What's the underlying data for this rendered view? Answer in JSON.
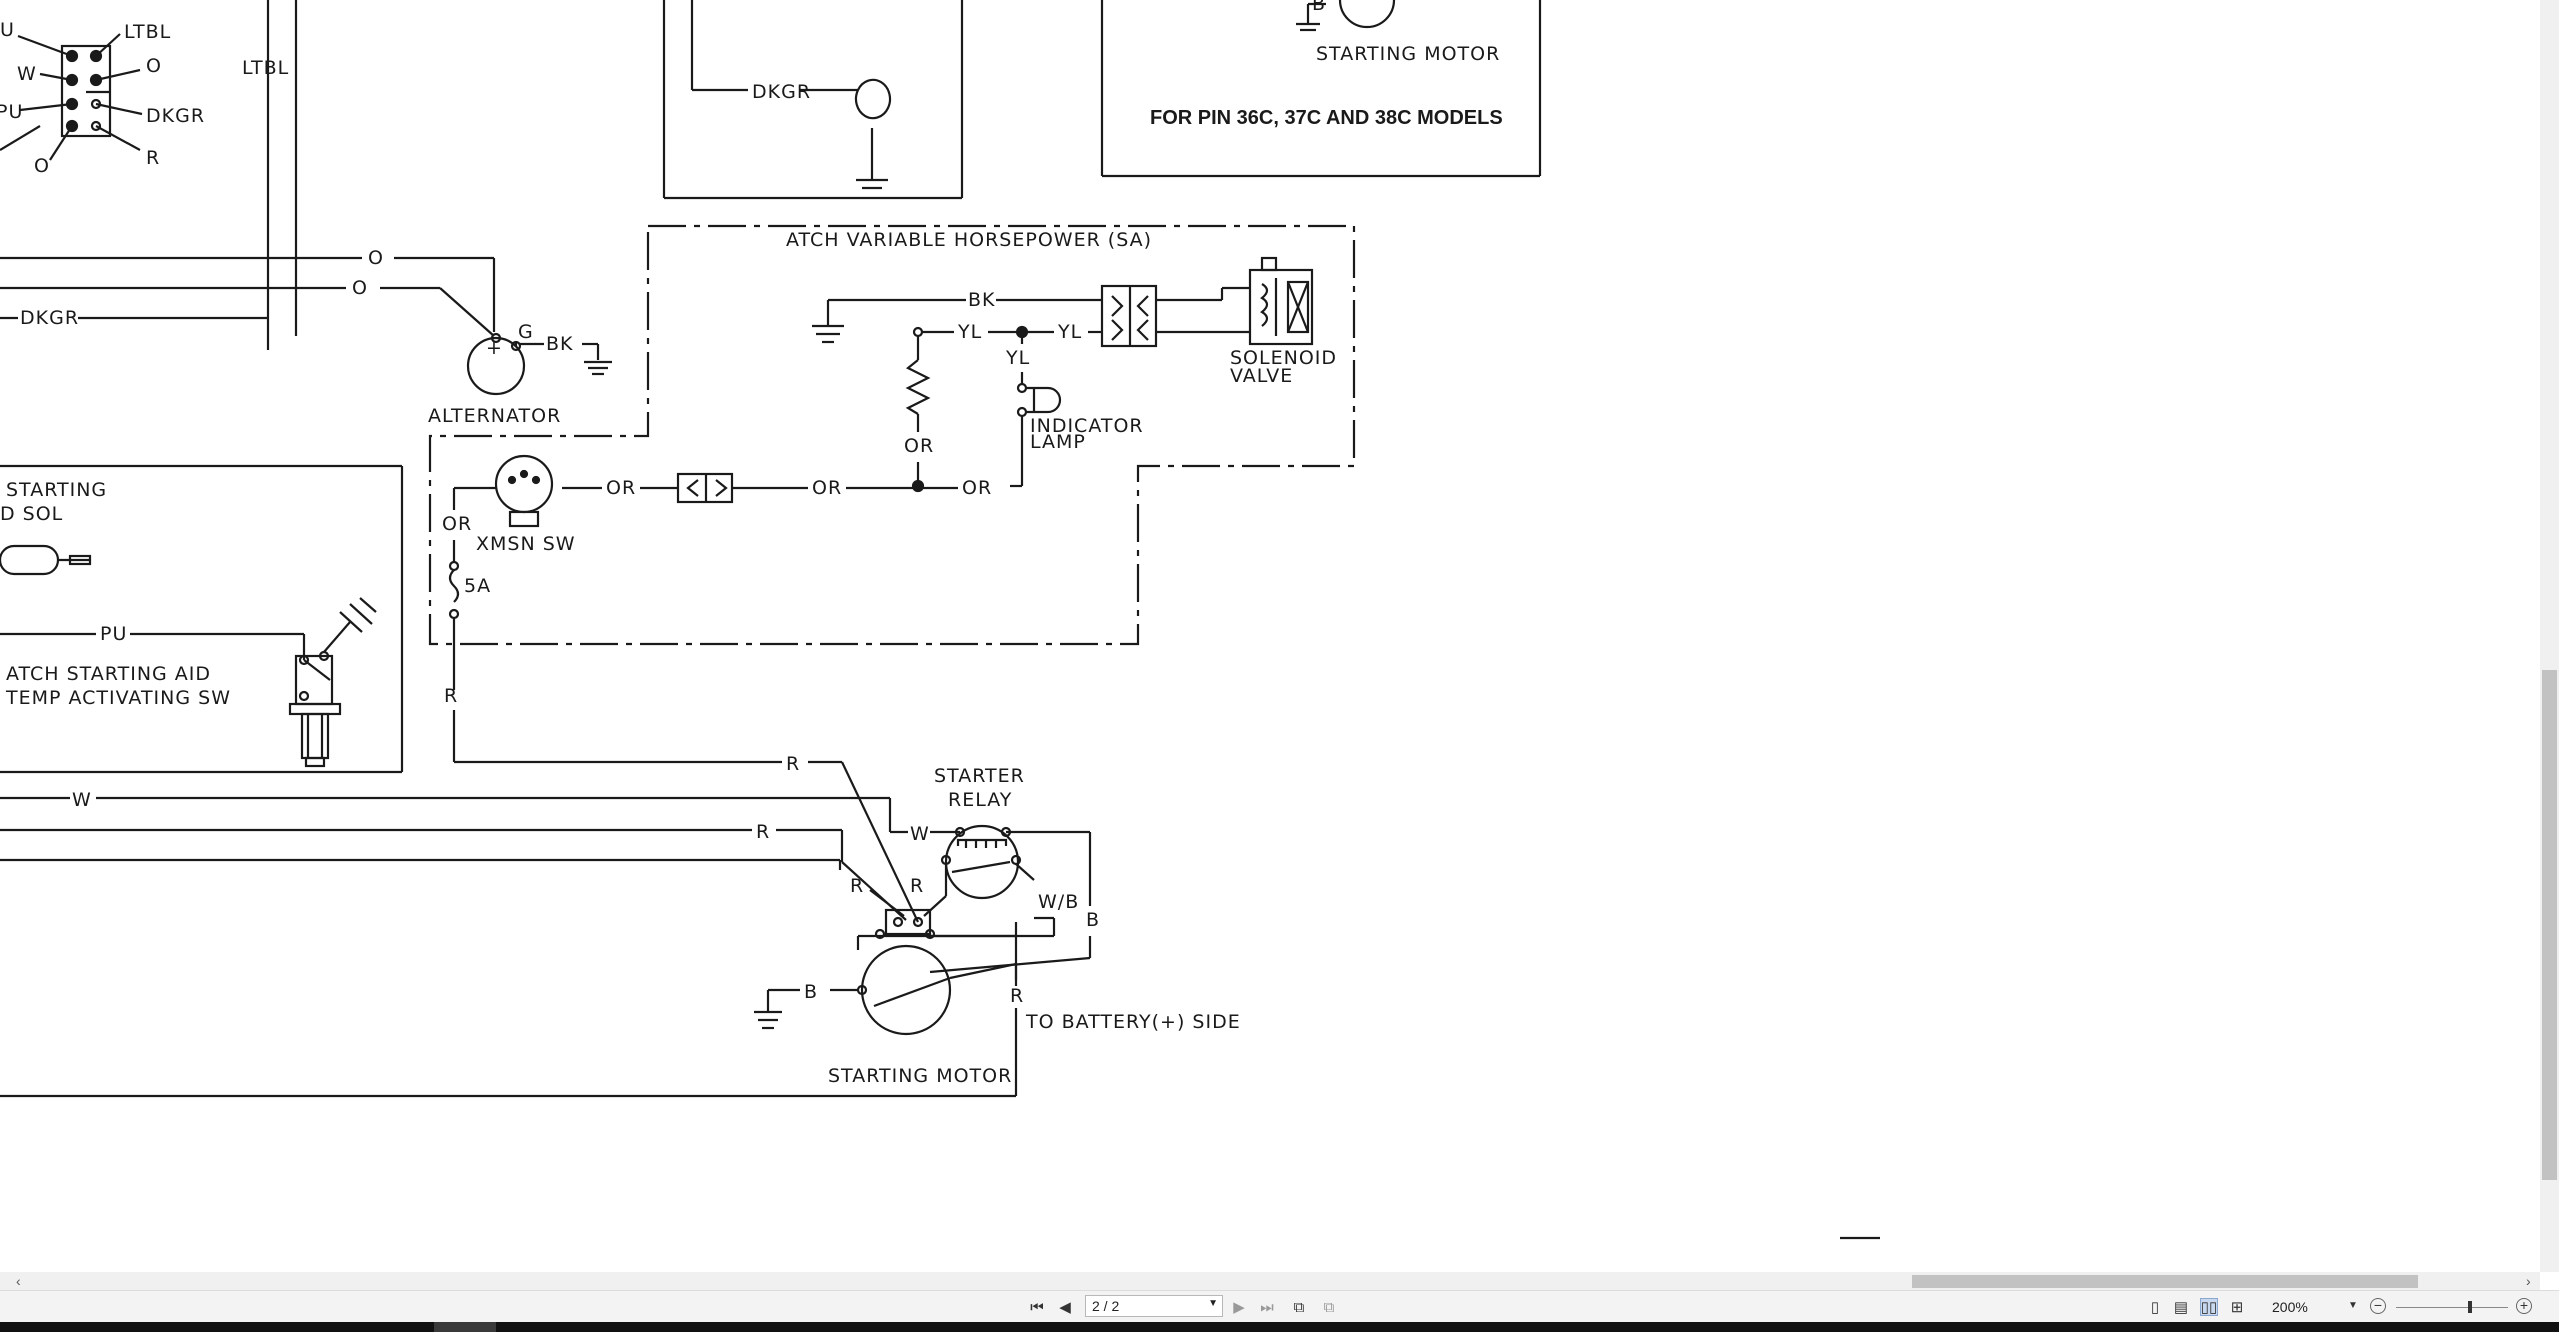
{
  "diagram": {
    "top_connector": {
      "labels": [
        "LTBL",
        "W",
        "O",
        "PU",
        "DKGR",
        "R",
        "O",
        "U"
      ]
    },
    "top_left_wires": {
      "ltbl": "LTBL",
      "dkgr_box": "DKGR",
      "o1": "O",
      "o2": "O",
      "dkgr": "DKGR"
    },
    "alternator": {
      "title": "ALTERNATOR",
      "g": "G",
      "bk": "BK",
      "plus": "+"
    },
    "top_right_box": {
      "b_label": "B",
      "motor": "STARTING MOTOR",
      "note": "FOR PIN 36C, 37C AND 38C MODELS"
    },
    "variable_hp": {
      "title": "ATCH VARIABLE HORSEPOWER (SA)",
      "bk": "BK",
      "yl1": "YL",
      "yl2": "YL",
      "yl3": "YL",
      "or1": "OR",
      "or2": "OR",
      "or3": "OR",
      "or4": "OR",
      "solenoid": "SOLENOID",
      "valve": "VALVE",
      "indicator": "INDICATOR",
      "lamp": "LAMP"
    },
    "xmsn": {
      "label": "XMSN SW",
      "or": "OR",
      "fuse": "5A"
    },
    "left_box": {
      "starting": "STARTING",
      "sol": "D SOL",
      "pu": "PU",
      "aid": "ATCH STARTING AID",
      "temp": "TEMP ACTIVATING SW"
    },
    "wires": {
      "w1": "W",
      "r1": "R",
      "r2": "R",
      "r3": "R",
      "r_vertical": "R"
    },
    "starter": {
      "relay1": "STARTER",
      "relay2": "RELAY",
      "w": "W",
      "r": "R",
      "wb": "W/B",
      "b_right": "B",
      "b_left": "B",
      "r_right": "R",
      "battery": "TO BATTERY(+) SIDE",
      "motor": "STARTING MOTOR"
    }
  },
  "toolbar": {
    "page_value": "2 / 2",
    "zoom": "200%",
    "zoom_out": "−",
    "zoom_in": "+"
  }
}
